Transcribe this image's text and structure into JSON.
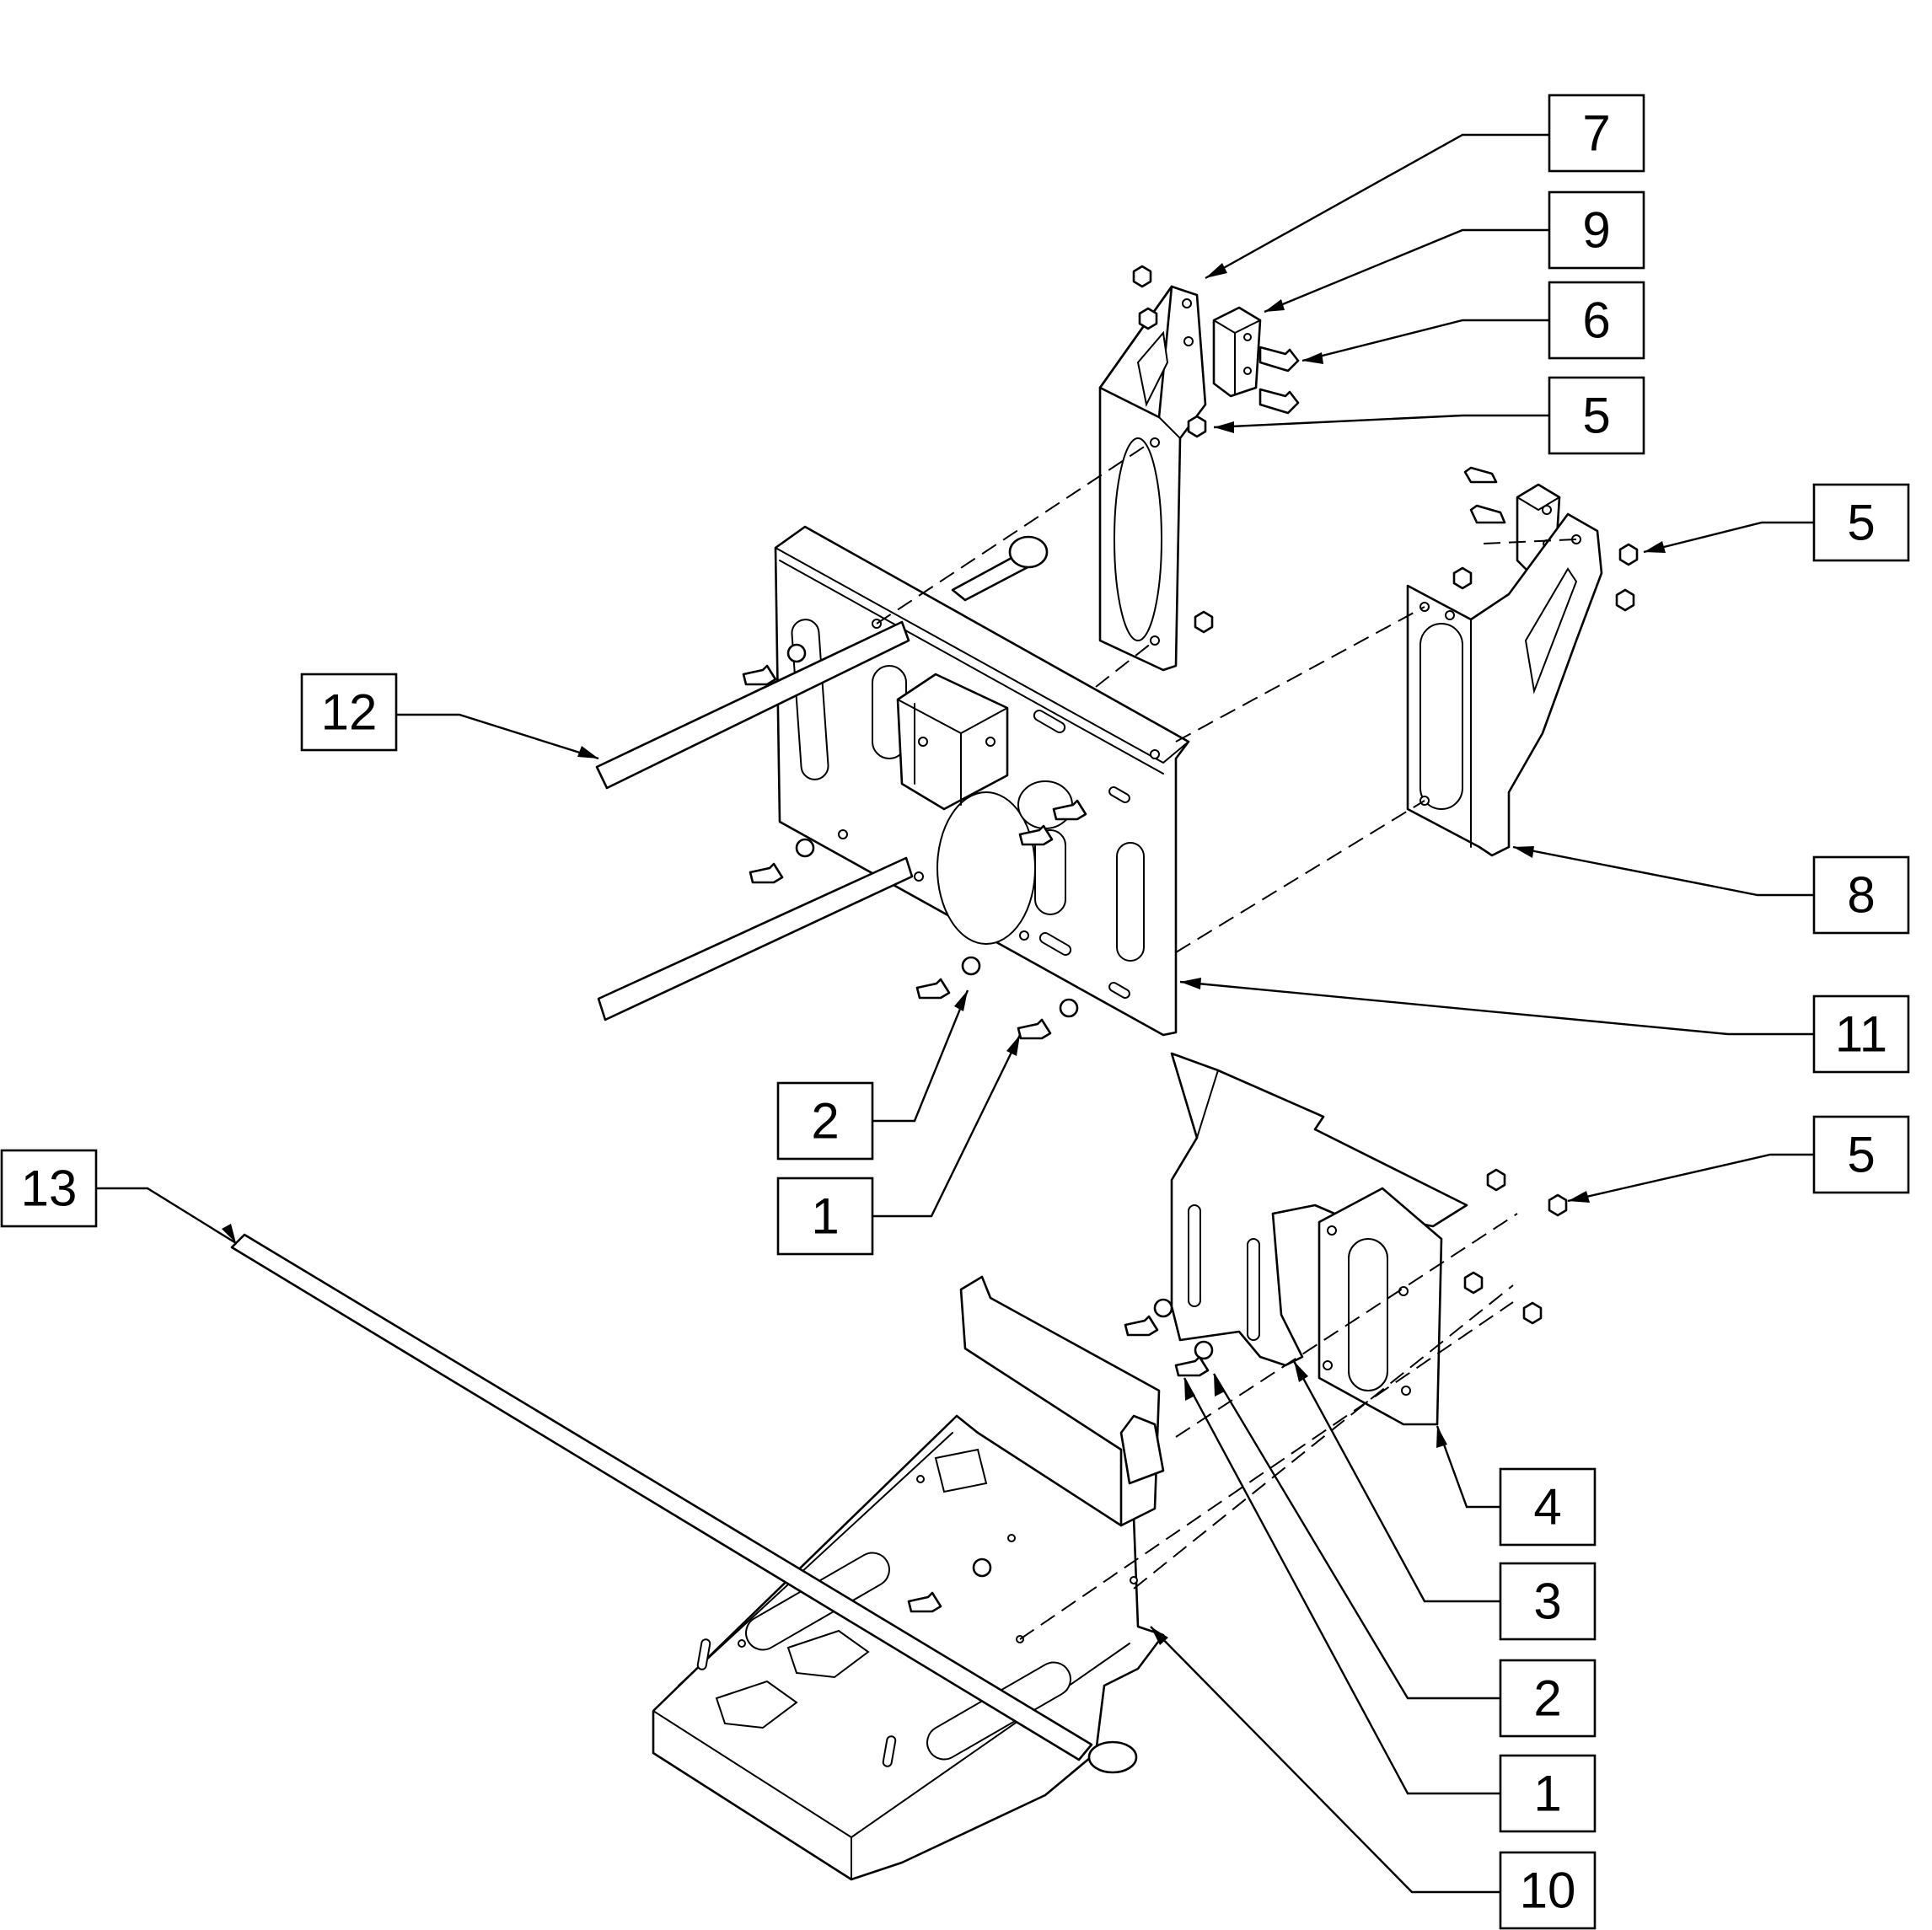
{
  "callouts": [
    {
      "id": "c7",
      "label": "7"
    },
    {
      "id": "c9",
      "label": "9"
    },
    {
      "id": "c6",
      "label": "6"
    },
    {
      "id": "c5a",
      "label": "5"
    },
    {
      "id": "c5b",
      "label": "5"
    },
    {
      "id": "c12",
      "label": "12"
    },
    {
      "id": "c8",
      "label": "8"
    },
    {
      "id": "c11",
      "label": "11"
    },
    {
      "id": "c2a",
      "label": "2"
    },
    {
      "id": "c1a",
      "label": "1"
    },
    {
      "id": "c13",
      "label": "13"
    },
    {
      "id": "c5c",
      "label": "5"
    },
    {
      "id": "c4",
      "label": "4"
    },
    {
      "id": "c3",
      "label": "3"
    },
    {
      "id": "c2b",
      "label": "2"
    },
    {
      "id": "c1b",
      "label": "1"
    },
    {
      "id": "c10",
      "label": "10"
    }
  ]
}
